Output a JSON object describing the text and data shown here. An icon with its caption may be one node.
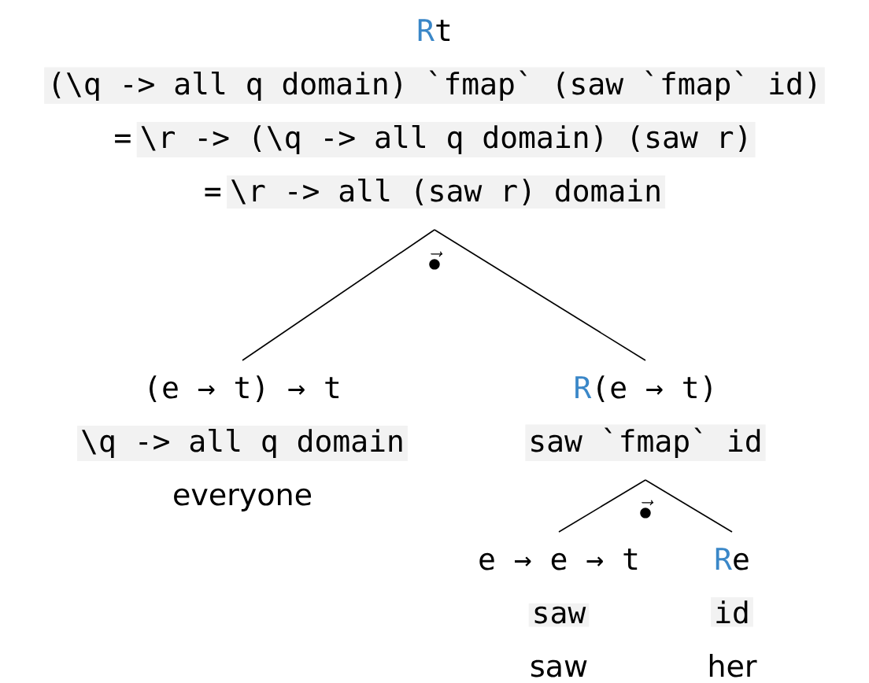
{
  "diagram": {
    "nodes": [
      {
        "text": [
          "R",
          "t",
          "(\\q -> all q domain) `fmap` (saw `fmap` id)",
          "=",
          "\\r -> (\\q -> all q domain) (saw r)",
          "=",
          "\\r -> all (saw r) domain"
        ]
      },
      {
        "text": [
          "(e → t) → t",
          "\\q -> all q domain",
          "everyone"
        ]
      },
      {
        "text": [
          "R",
          "(e → t)",
          "saw `fmap` id"
        ]
      },
      {
        "text": [
          "e → e → t",
          "saw",
          "saw"
        ]
      },
      {
        "text": [
          "R",
          "e",
          "id",
          "her"
        ]
      }
    ],
    "edges": [
      {
        "from": 0,
        "to": 1,
        "arrow": "none"
      },
      {
        "from": 0,
        "to": 2,
        "arrow": "none"
      },
      {
        "from": 2,
        "to": 3,
        "arrow": "none"
      },
      {
        "from": 2,
        "to": 4,
        "arrow": "none"
      }
    ],
    "labels": [
      "\\vec{\\bullet}",
      "\\vec{\\bullet}"
    ]
  }
}
